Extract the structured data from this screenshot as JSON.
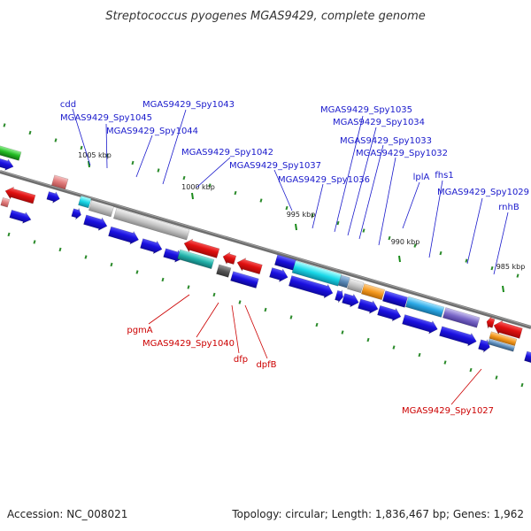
{
  "title": "Streptococcus pyogenes MGAS9429, complete genome",
  "footer": {
    "accession": "Accession: NC_008021",
    "topology": "Topology: circular; Length: 1,836,467 bp; Genes: 1,962"
  },
  "ticks": [
    "1005 kbp",
    "1000 kbp",
    "995 kbp",
    "990 kbp",
    "985 kbp"
  ],
  "labels_forward": [
    "cdd",
    "MGAS9429_Spy1045",
    "MGAS9429_Spy1044",
    "MGAS9429_Spy1043",
    "MGAS9429_Spy1042",
    "MGAS9429_Spy1037",
    "MGAS9429_Spy1036",
    "MGAS9429_Spy1035",
    "MGAS9429_Spy1034",
    "MGAS9429_Spy1033",
    "MGAS9429_Spy1032",
    "lplA",
    "fhs1",
    "MGAS9429_Spy1029",
    "rnhB"
  ],
  "labels_reverse": [
    "pgmA",
    "MGAS9429_Spy1040",
    "dfp",
    "dpfB",
    "MGAS9429_Spy1027"
  ],
  "colors": {
    "label_forward": "#1a1acc",
    "label_reverse": "#cc0000",
    "gene_blue": "#1a10e0",
    "gene_red": "#e01010",
    "backbone": "#6e6e6e",
    "dots": "#2a8a2a"
  }
}
